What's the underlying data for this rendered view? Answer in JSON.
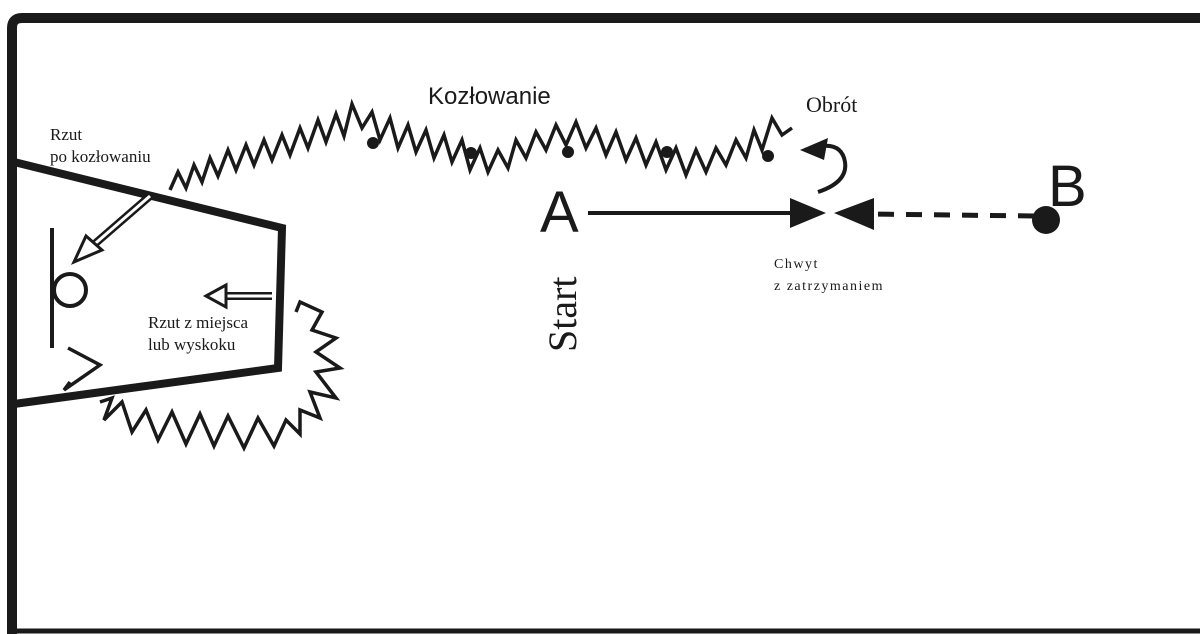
{
  "labels": {
    "dribbling": "Kozłowanie",
    "turn": "Obrót",
    "shot_after_dribble_line1": "Rzut",
    "shot_after_dribble_line2": "po kozłowaniu",
    "shot_standing_line1": "Rzut z miejsca",
    "shot_standing_line2": "lub wyskoku",
    "catch_line1": "Chwyt",
    "catch_line2": "z zatrzymaniem",
    "start": "Start",
    "player_a": "A",
    "player_b": "B"
  },
  "colors": {
    "line": "#1a1a1a",
    "background": "#ffffff"
  }
}
